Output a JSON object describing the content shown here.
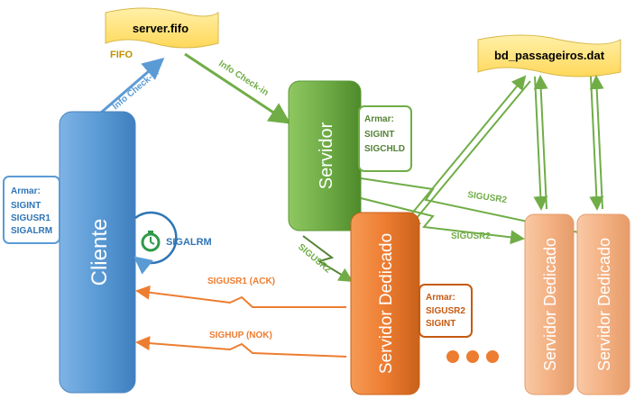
{
  "fifo": {
    "name": "server.fifo",
    "type_label": "FIFO"
  },
  "db": {
    "name": "bd_passageiros.dat"
  },
  "cliente": {
    "label": "Cliente",
    "note_title": "Armar:",
    "note_lines": [
      "SIGINT",
      "SIGUSR1",
      "SIGALRM"
    ],
    "alarm_label": "SIGALRM"
  },
  "servidor": {
    "label": "Servidor",
    "note_title": "Armar:",
    "note_lines": [
      "SIGINT",
      "SIGCHLD"
    ]
  },
  "dedicado": {
    "label": "Servidor Dedicado",
    "note_title": "Armar:",
    "note_lines": [
      "SIGUSR2",
      "SIGINT"
    ]
  },
  "dedicado_others": [
    "Servidor Dedicado",
    "Servidor Dedicado"
  ],
  "arrows": {
    "client_to_fifo": "Info Check-in",
    "fifo_to_server": "Info Check-in",
    "server_to_dedicado": "SIGUSR2",
    "server_to_others_1": "SIGUSR2",
    "server_to_others_2": "SIGUSR2",
    "ack": "SIGUSR1 (ACK)",
    "nok": "SIGHUP (NOK)"
  },
  "colors": {
    "client": "#5b9bd5",
    "server": "#70ad47",
    "dedicado": "#ed7d31",
    "dedicado_faded": "#f4b183",
    "fifo_bg": "#ffe57f",
    "fifo_text": "#bf9000",
    "client_text": "#2e75b6",
    "server_text": "#548235",
    "dedicado_text": "#c55a11"
  }
}
